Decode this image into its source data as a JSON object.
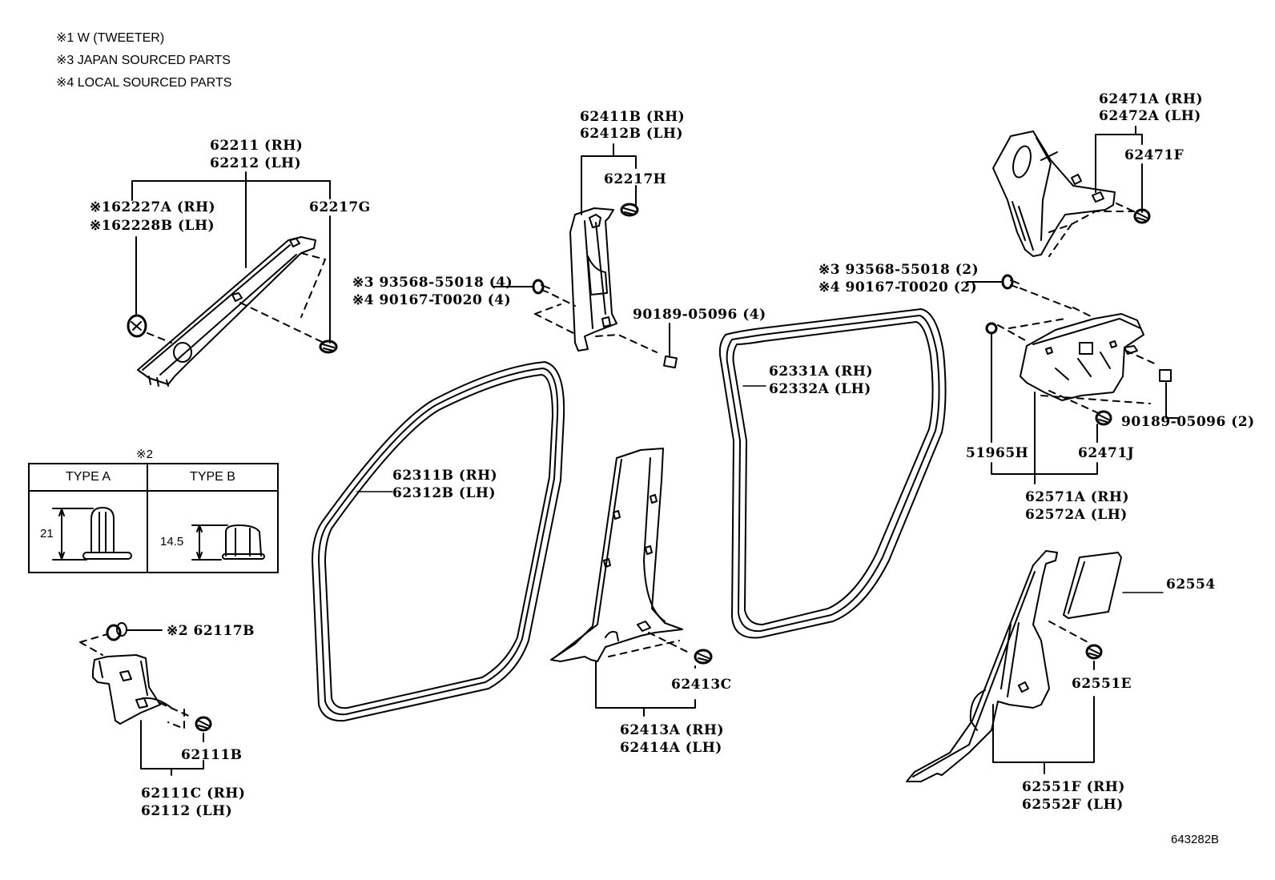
{
  "notes": [
    {
      "mark": "※1",
      "text": "W (TWEETER)"
    },
    {
      "mark": "※3",
      "text": "JAPAN SOURCED PARTS"
    },
    {
      "mark": "※4",
      "text": "LOCAL SOURCED PARTS"
    }
  ],
  "notes_text": [
    "※1 W (TWEETER)",
    "※3 JAPAN SOURCED PARTS",
    "※4 LOCAL SOURCED PARTS"
  ],
  "labels": {
    "a_pillar_main": [
      "62211 (RH)",
      "62212 (LH)"
    ],
    "tweeter_cover": [
      "※162227A (RH)",
      "※162228B (LH)"
    ],
    "clip_62217g": "62217G",
    "b_pillar_upper": [
      "62411B (RH)",
      "62412B (LH)"
    ],
    "clip_62217h": "62217H",
    "screw_left": [
      "※3  93568-55018 (4)",
      "※4  90167-T0020 (4)"
    ],
    "nut_90189_4": "90189-05096 (4)",
    "c_pillar_upper": [
      "62471A (RH)",
      "62472A (LH)"
    ],
    "clip_62471f": "62471F",
    "screw_right": [
      "※3  93568-55018 (2)",
      "※4  90167-T0020 (2)"
    ],
    "nut_90189_2": "90189-05096 (2)",
    "front_weatherstrip": [
      "62311B (RH)",
      "62312B (LH)"
    ],
    "rear_weatherstrip": [
      "62331A (RH)",
      "62332A (LH)"
    ],
    "part_51965h": "51965H",
    "clip_62471j": "62471J",
    "rear_quarter_trim": [
      "62571A (RH)",
      "62572A (LH)"
    ],
    "part_62554": "62554",
    "clip_62551e": "62551E",
    "rear_lower_trim": [
      "62551F (RH)",
      "62552F (LH)"
    ],
    "b_pillar_lower": [
      "62413A (RH)",
      "62414A (LH)"
    ],
    "clip_62413c": "62413C",
    "cowl_clip": "※2 62117B",
    "clip_62111b": "62111B",
    "cowl_side_trim": [
      "62111C (RH)",
      "62112 (LH)"
    ]
  },
  "type_table": {
    "title": "※2",
    "col_a": "TYPE A",
    "col_b": "TYPE B",
    "dim_a": "21",
    "dim_b": "14.5"
  },
  "diagram_ref": "643282B"
}
